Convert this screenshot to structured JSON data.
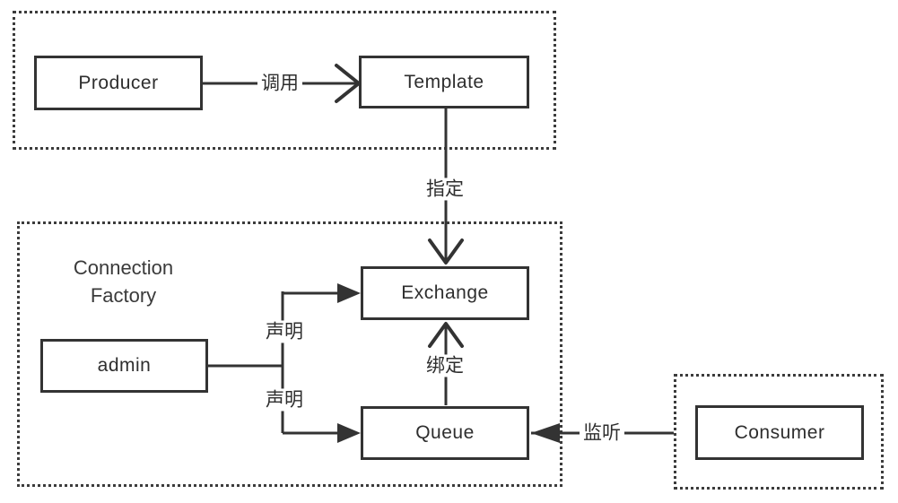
{
  "nodes": {
    "producer": "Producer",
    "template": "Template",
    "exchange": "Exchange",
    "admin": "admin",
    "queue": "Queue",
    "consumer": "Consumer"
  },
  "groups": {
    "factory_label": "Connection Factory"
  },
  "edges": {
    "invoke": "调用",
    "assign": "指定",
    "declare_exchange": "声明",
    "declare_queue": "声明",
    "bind": "绑定",
    "listen": "监听"
  },
  "colors": {
    "line": "#333333",
    "text": "#2e2e2e",
    "background": "#ffffff"
  }
}
